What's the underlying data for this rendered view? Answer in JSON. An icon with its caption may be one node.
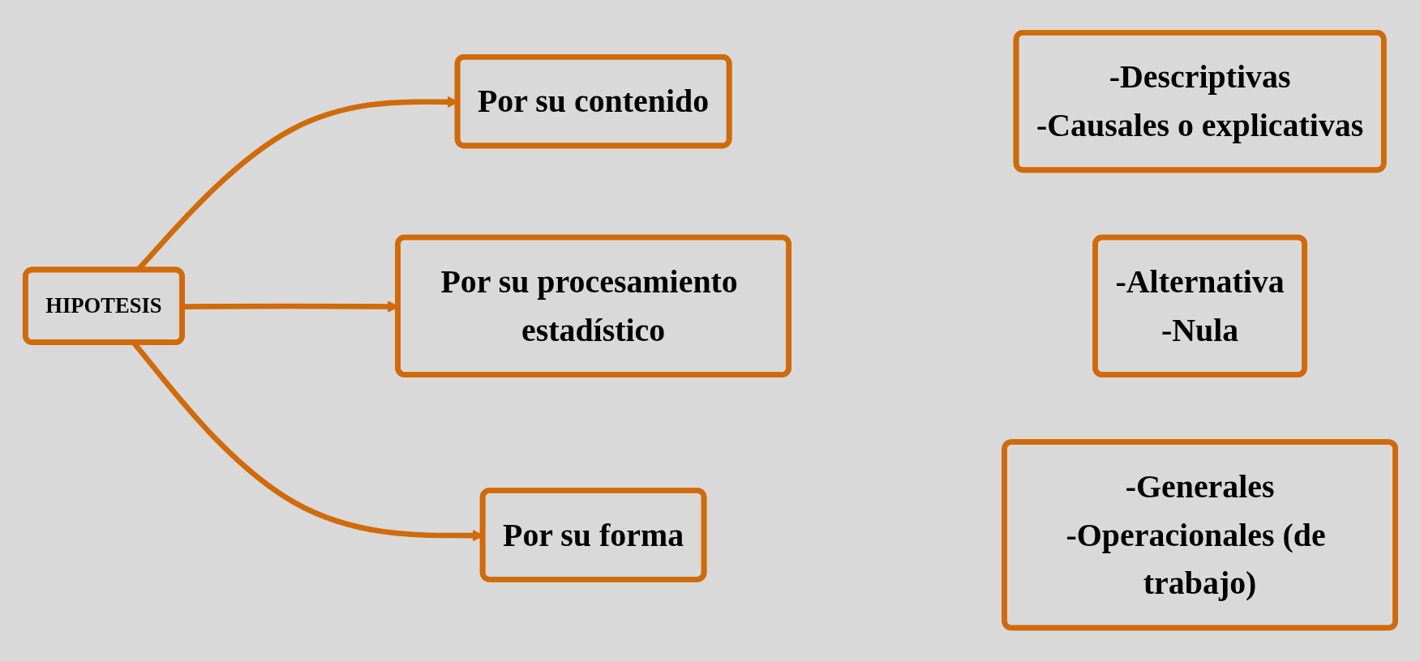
{
  "diagram": {
    "nodes": [
      {
        "text": [
          "HIPOTESIS"
        ]
      },
      {
        "text": [
          "Por su contenido"
        ]
      },
      {
        "text": [
          "Por su procesamiento estadístico"
        ]
      },
      {
        "text": [
          "Por su forma"
        ]
      },
      {
        "text": [
          "-Descriptivas",
          "-Causales o explicativas"
        ]
      },
      {
        "text": [
          "-Alternativa",
          "-Nula"
        ]
      },
      {
        "text": [
          "-Generales",
          "-Operacionales (de trabajo)"
        ]
      }
    ],
    "edges": [
      {
        "from": 0,
        "to": 1,
        "arrow": "to"
      },
      {
        "from": 0,
        "to": 2,
        "arrow": "to"
      },
      {
        "from": 0,
        "to": 3,
        "arrow": "to"
      }
    ]
  }
}
